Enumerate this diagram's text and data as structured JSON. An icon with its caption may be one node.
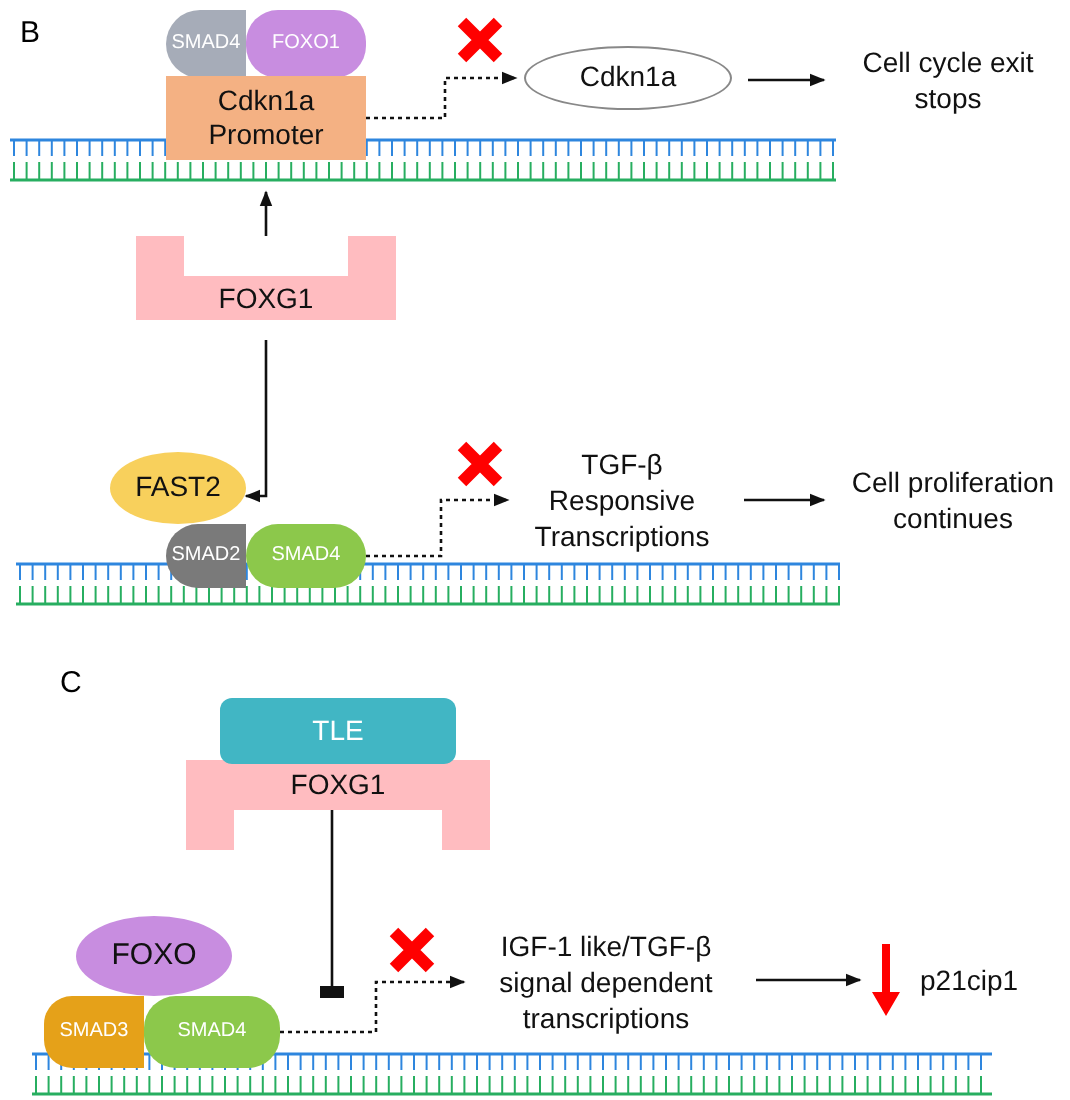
{
  "diagram": {
    "nodes": [
      {
        "text": [
          "SMAD4"
        ]
      },
      {
        "text": [
          "FOXO1"
        ]
      },
      {
        "text": [
          "Cdkn1a Promoter"
        ]
      },
      {
        "text": [
          "Cdkn1a"
        ]
      },
      {
        "text": [
          "Cell cycle exit stops"
        ]
      },
      {
        "text": [
          "FOXG1"
        ]
      },
      {
        "text": [
          "FAST2"
        ]
      },
      {
        "text": [
          "SMAD2"
        ]
      },
      {
        "text": [
          "SMAD4"
        ]
      },
      {
        "text": [
          "TGF-β Responsive Transcriptions"
        ]
      },
      {
        "text": [
          "Cell proliferation continues"
        ]
      },
      {
        "text": [
          "TLE"
        ]
      },
      {
        "text": [
          "FOXG1"
        ]
      },
      {
        "text": [
          "FOXO"
        ]
      },
      {
        "text": [
          "SMAD3"
        ]
      },
      {
        "text": [
          "SMAD4"
        ]
      },
      {
        "text": [
          "IGF-1 like/TGF-β signal dependent transcriptions"
        ]
      },
      {
        "text": [
          "p21cip1"
        ]
      }
    ],
    "edges": [
      {
        "from": 5,
        "to": 2,
        "arrow": "to"
      },
      {
        "from": 5,
        "to": 6,
        "arrow": "to"
      },
      {
        "from": 2,
        "to": 3,
        "arrow": "to",
        "style": "dashed"
      },
      {
        "from": 3,
        "to": 4,
        "arrow": "to"
      },
      {
        "from": 8,
        "to": 9,
        "arrow": "to",
        "style": "dashed"
      },
      {
        "from": 9,
        "to": 10,
        "arrow": "to"
      },
      {
        "from": 12,
        "to": null,
        "arrow": "other"
      },
      {
        "from": 15,
        "to": 16,
        "arrow": "to",
        "style": "dashed"
      },
      {
        "from": 16,
        "to": 17,
        "arrow": "to"
      }
    ],
    "labels": [
      "B",
      "C"
    ]
  }
}
